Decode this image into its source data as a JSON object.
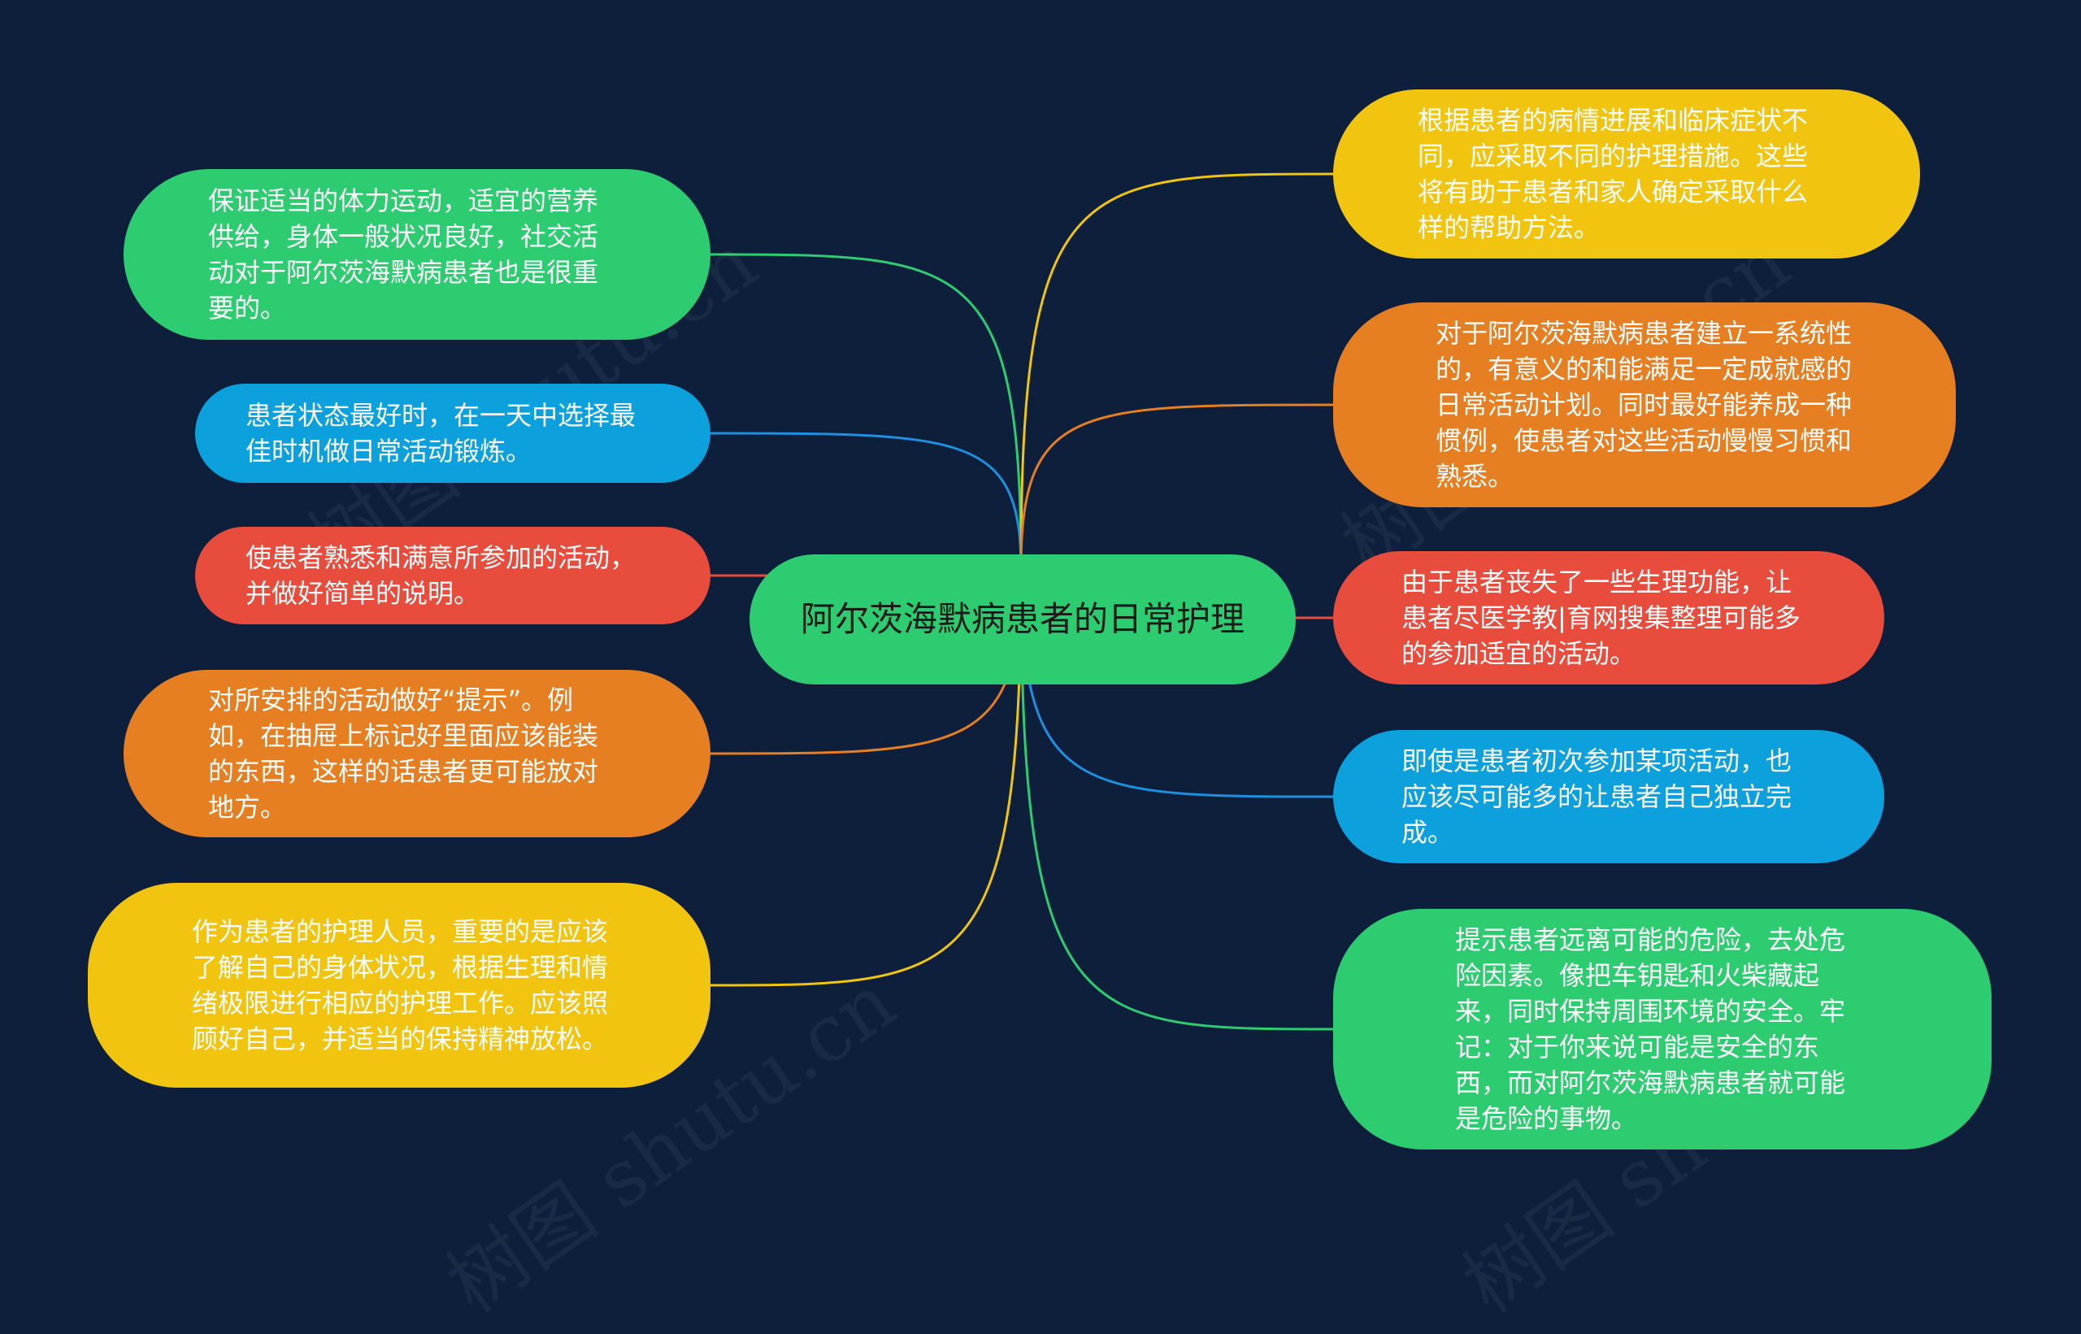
{
  "center": {
    "text": "阿尔茨海默病患者的日常护理",
    "color": "#2ecc71"
  },
  "left_nodes": [
    {
      "text": "保证适当的体力运动，适宜的营养供给，身体一般状况良好，社交活动对于阿尔茨海默病患者也是很重要的。",
      "color": "#2ecc71",
      "edge_color": "#2ecc71"
    },
    {
      "text": "患者状态最好时，在一天中选择最佳时机做日常活动锻炼。",
      "color": "#0ca0dd",
      "edge_color": "#1e90e0"
    },
    {
      "text": "使患者熟悉和满意所参加的活动，并做好简单的说明。",
      "color": "#e84c3d",
      "edge_color": "#e84c3d"
    },
    {
      "text": "对所安排的活动做好“提示”。例如，在抽屉上标记好里面应该能装的东西，这样的话患者更可能放对地方。",
      "color": "#e67e22",
      "edge_color": "#e67e22"
    },
    {
      "text": "作为患者的护理人员，重要的是应该了解自己的身体状况，根据生理和情绪极限进行相应的护理工作。应该照顾好自己，并适当的保持精神放松。",
      "color": "#f1c40f",
      "edge_color": "#f1c40f"
    }
  ],
  "right_nodes": [
    {
      "text": "根据患者的病情进展和临床症状不同，应采取不同的护理措施。这些将有助于患者和家人确定采取什么样的帮助方法。",
      "color": "#f1c40f",
      "edge_color": "#f1c40f"
    },
    {
      "text": "对于阿尔茨海默病患者建立一系统性的，有意义的和能满足一定成就感的日常活动计划。同时最好能养成一种惯例，使患者对这些活动慢慢习惯和熟悉。",
      "color": "#e67e22",
      "edge_color": "#e67e22"
    },
    {
      "text": "由于患者丧失了一些生理功能，让患者尽医学教|育网搜集整理可能多的参加适宜的活动。",
      "color": "#e84c3d",
      "edge_color": "#e84c3d"
    },
    {
      "text": "即使是患者初次参加某项活动，也应该尽可能多的让患者自己独立完成。",
      "color": "#0ca0dd",
      "edge_color": "#1e90e0"
    },
    {
      "text": "提示患者远离可能的危险，去处危险因素。像把车钥匙和火柴藏起来，同时保持周围环境的安全。牢记：对于你来说可能是安全的东西，而对阿尔茨海默病患者就可能是危险的事物。",
      "color": "#2ecc71",
      "edge_color": "#2ecc71"
    }
  ],
  "watermark": "树图 shutu.cn"
}
